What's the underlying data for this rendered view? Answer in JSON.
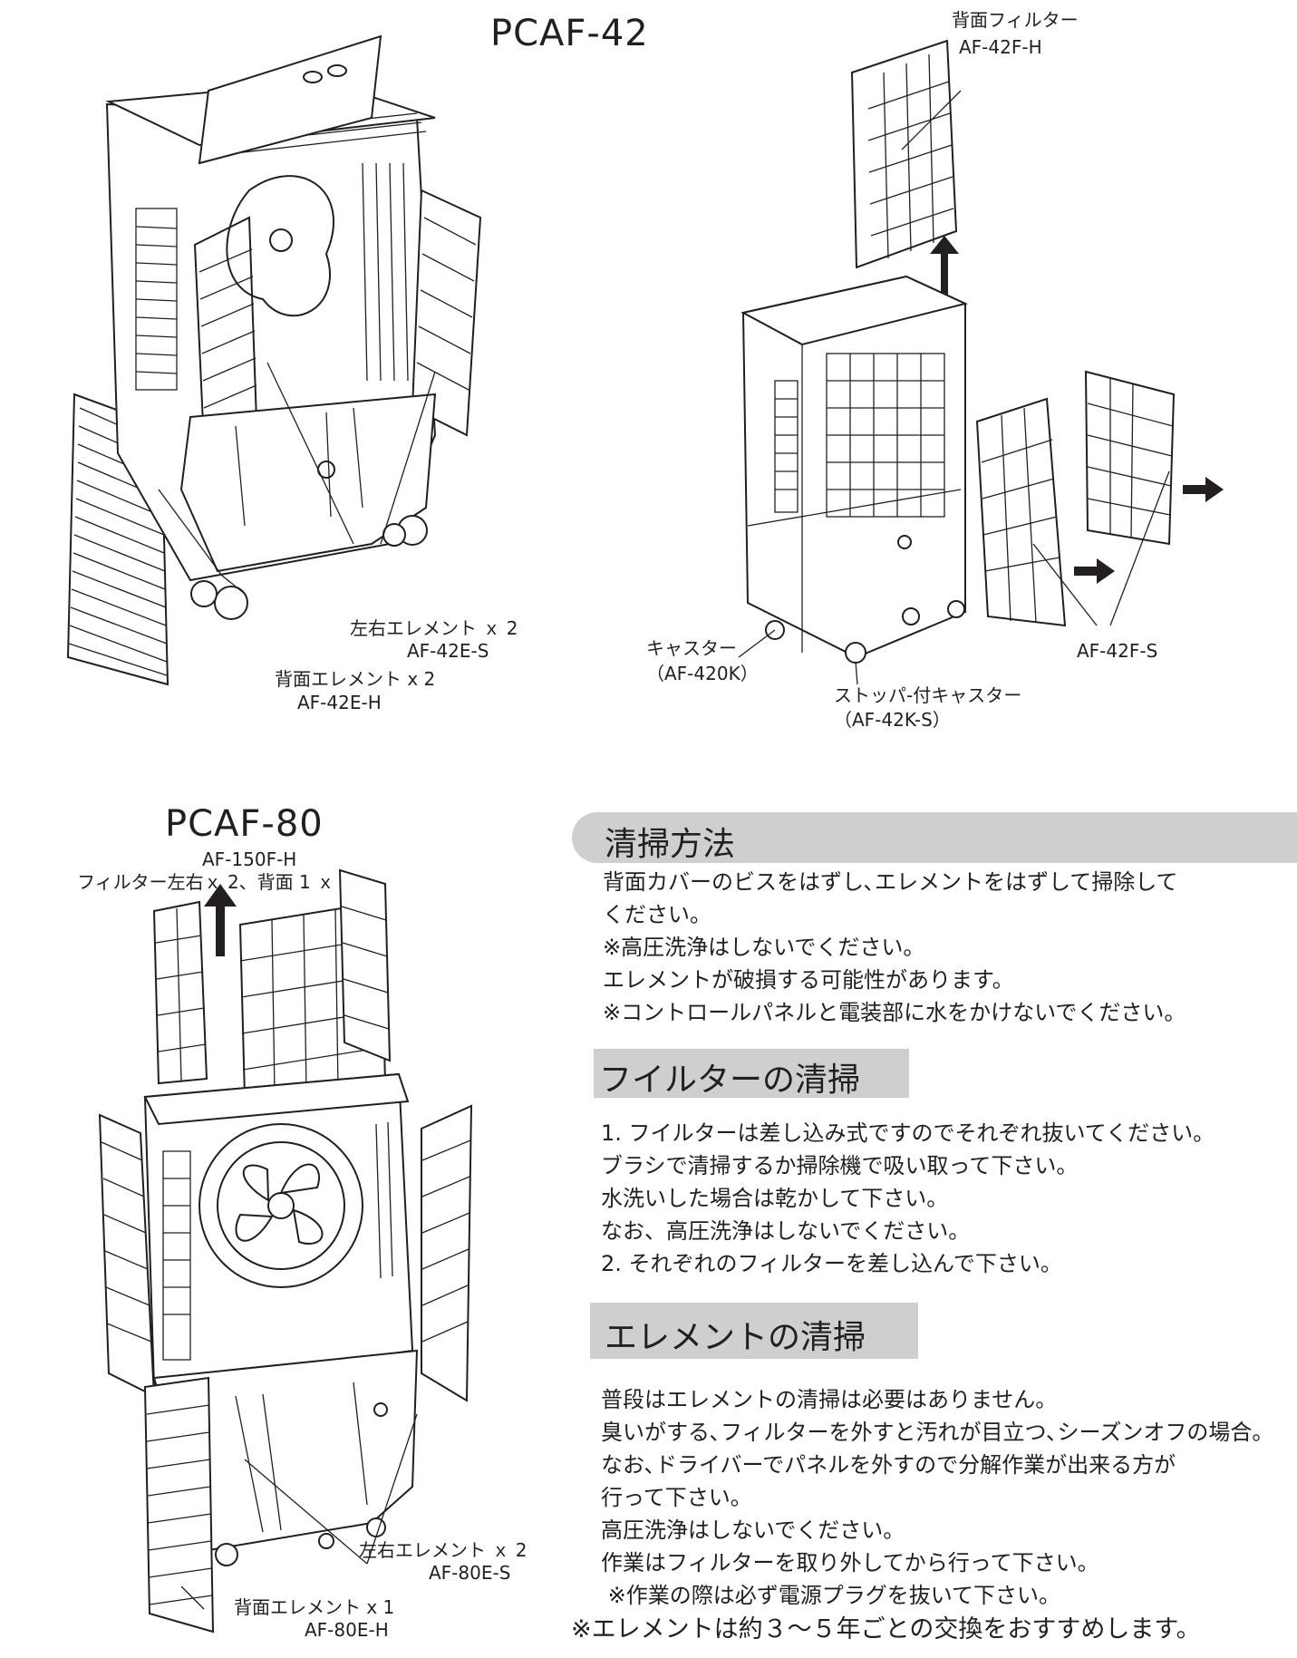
{
  "pcaf42": {
    "title": "PCAF-42",
    "labels": {
      "side_element_name": "左右エレメント ｘ 2",
      "side_element_code": "AF-42E-S",
      "back_element_name": "背面エレメント x 2",
      "back_element_code": "AF-42E-H",
      "back_filter_name": "背面フィルター",
      "back_filter_code": "AF-42F-H",
      "side_filter_code": "AF-42F-S",
      "caster_name": "キャスター",
      "caster_code": "（AF-420K）",
      "stopper_caster_name": "ストッパ-付キャスター",
      "stopper_caster_code": "（AF-42K-S）"
    }
  },
  "pcaf80": {
    "title": "PCAF-80",
    "labels": {
      "filter_code": "AF-150F-H",
      "filter_count": "フィルター左右ｘ 2、背面 1 ｘ",
      "side_element_name": "左右エレメント ｘ 2",
      "side_element_code": "AF-80E-S",
      "back_element_name": "背面エレメント x 1",
      "back_element_code": "AF-80E-H"
    }
  },
  "cleaning": {
    "heading": "清掃方法",
    "lines": [
      "背面カバーのビスをはずし､エレメントをはずして掃除して",
      "ください。",
      "※高圧洗浄はしないでください。",
      "エレメントが破損する可能性があります。",
      "※コントロールパネルと電装部に水をかけないでください。"
    ]
  },
  "filter_cleaning": {
    "heading": "フイルターの清掃",
    "lines": [
      "1. フイルターは差し込み式ですのでそれぞれ抜いてください。",
      "ブラシで清掃するか掃除機で吸い取って下さい。",
      "水洗いした場合は乾かして下さい。",
      "なお、高圧洗浄はしないでください。",
      "2. それぞれのフィルターを差し込んで下さい。"
    ]
  },
  "element_cleaning": {
    "heading": "エレメントの清掃",
    "lines": [
      "普段はエレメントの清掃は必要はありません。",
      "臭いがする､フィルターを外すと汚れが目立つ､シーズンオフの場合。",
      "なお､ドライバーでパネルを外すので分解作業が出来る方が",
      "行って下さい。",
      "高圧洗浄はしないでください。",
      "作業はフィルターを取り外してから行って下さい。",
      " ※作業の際は必ず電源プラグを抜いて下さい。"
    ],
    "note": "※エレメントは約３～５年ごとの交換をおすすめします。"
  }
}
